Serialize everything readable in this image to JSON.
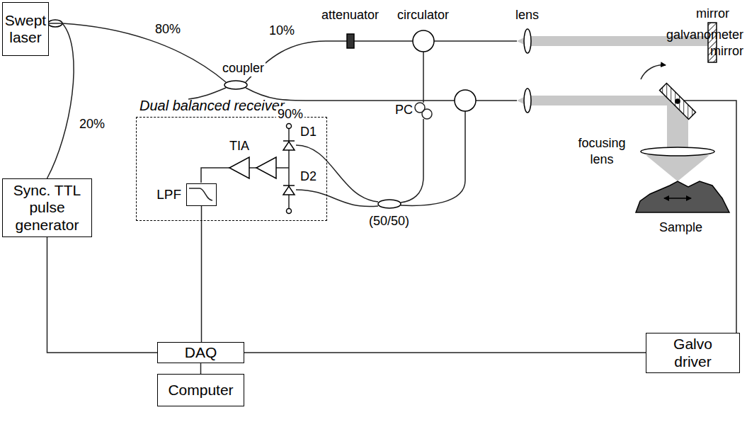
{
  "diagram": {
    "nodes": [
      {
        "text": [
          "Swept laser"
        ]
      },
      {
        "text": [
          "Sync. TTL pulse generator"
        ]
      },
      {
        "text": [
          "Dual balanced receiver"
        ]
      },
      {
        "text": [
          "LPF"
        ],
        "in": 2
      },
      {
        "text": [
          "DAQ"
        ]
      },
      {
        "text": [
          "Computer"
        ]
      },
      {
        "text": [
          "Galvo driver"
        ]
      }
    ],
    "edges": [
      {
        "from": 0,
        "to": 1,
        "arrow": "none"
      },
      {
        "from": 1,
        "to": 4,
        "arrow": "none"
      },
      {
        "from": 3,
        "to": 4,
        "arrow": "none"
      },
      {
        "from": 4,
        "to": 5,
        "arrow": "none"
      },
      {
        "from": 4,
        "to": 6,
        "arrow": "none"
      }
    ],
    "labels": [
      "80%",
      "20%",
      "coupler",
      "10%",
      "90%",
      "attenuator",
      "circulator",
      "lens",
      "mirror",
      "galvanometer mirror",
      "focusing lens",
      "Sample",
      "PC",
      "(50/50)",
      "TIA",
      "D1",
      "D2"
    ]
  }
}
